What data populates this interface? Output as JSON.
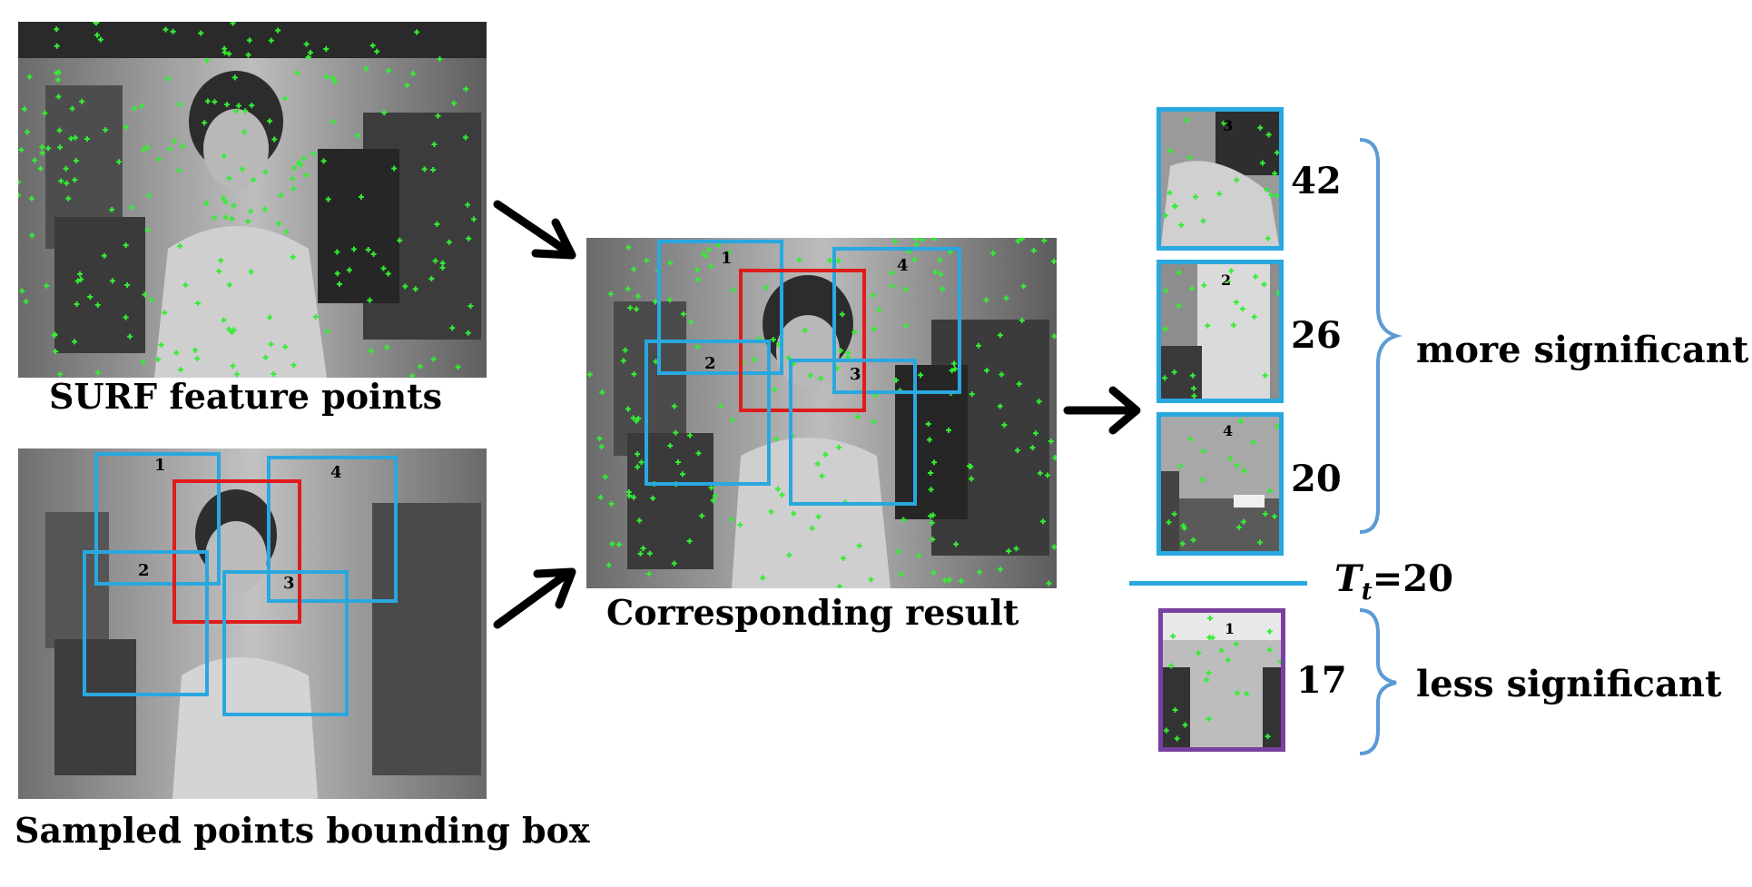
{
  "captions": {
    "surf": "SURF feature points",
    "sampled": "Sampled points bounding box",
    "corresponding": "Corresponding result"
  },
  "box_labels": [
    "1",
    "2",
    "3",
    "4"
  ],
  "scores": {
    "crop3": "42",
    "crop2": "26",
    "crop4": "20",
    "crop1": "17"
  },
  "crop_labels": {
    "crop3": "3",
    "crop2": "2",
    "crop4": "4",
    "crop1": "1"
  },
  "threshold": {
    "symbol": "T",
    "subscript": "t",
    "value": "=20"
  },
  "groups": {
    "more": "more significant",
    "less": "less significant"
  },
  "colors": {
    "box_blue": "#29a8e0",
    "box_red": "#e01b1b",
    "box_purple": "#7a3fa0",
    "feature_green": "#33ee33",
    "brace_blue": "#5b9bd5",
    "threshold_line": "#29a8e0"
  }
}
